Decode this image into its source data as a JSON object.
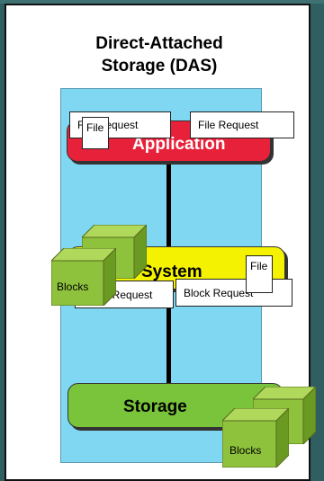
{
  "diagram": {
    "title_line1": "Direct-Attached",
    "title_line2": "Storage (DAS)",
    "application_label": "Application",
    "filesystem_label": "File System",
    "storage_label": "Storage",
    "file_request_left": "File Request",
    "file_request_right": "File Request",
    "file_doc_top": "File",
    "file_doc_mid": "File",
    "block_request_left": "Block Request",
    "block_request_right": "Block Request",
    "blocks_left": "Blocks",
    "blocks_bottom": "Blocks"
  },
  "colors": {
    "background": "#2f5f60",
    "panel": "#7fd7f2",
    "application": "#e8213a",
    "filesystem": "#f4f200",
    "storage": "#79c43a",
    "cube": "#8fc23c"
  }
}
